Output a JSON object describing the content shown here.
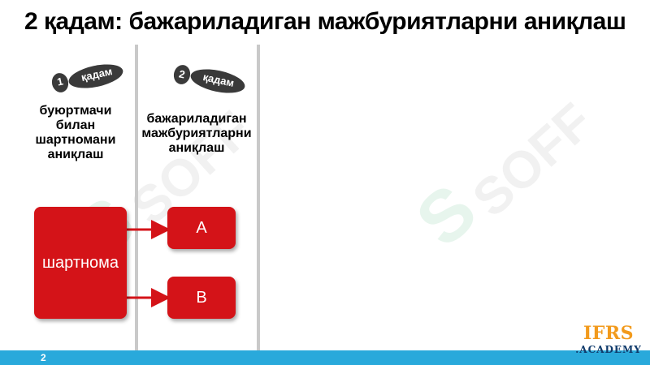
{
  "title": "2 қадам: бажариладиган мажбуриятларни аниқлаш",
  "steps": [
    {
      "number": "1",
      "label": "қадам",
      "text": "буюртмачи\nбилан\nшартномани\nаниқлаш"
    },
    {
      "number": "2",
      "label": "қадам",
      "text": "бажариладиган\nмажбуриятларни\nаниқлаш"
    }
  ],
  "contract_box": "шартнома",
  "obligations": [
    "A",
    "B"
  ],
  "watermark": "SOFF",
  "watermark_mark": "S",
  "page_number": "2",
  "logo": {
    "top": "IFRS",
    "bottom": ".ACADEMY"
  },
  "colors": {
    "box": "#d41318",
    "arrow": "#d41318",
    "footer": "#29a9db",
    "footprint": "#3a3a3a",
    "logo_ifrs": "#f29a1c",
    "logo_academy": "#0f3a6b"
  }
}
